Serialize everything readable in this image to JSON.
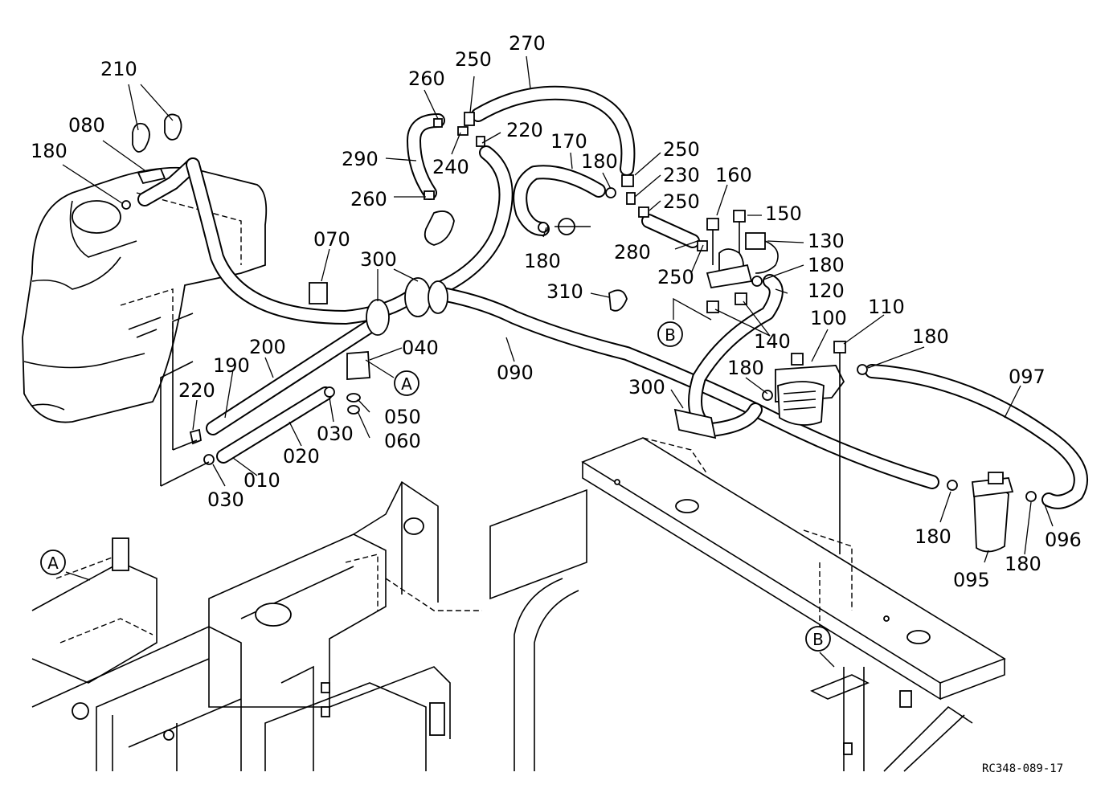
{
  "diagram": {
    "drawing_code": "RC348-089-17",
    "callouts": {
      "a": "A",
      "b": "B"
    },
    "labels": [
      {
        "id": "l210",
        "text": "210"
      },
      {
        "id": "l080",
        "text": "080"
      },
      {
        "id": "l180a",
        "text": "180"
      },
      {
        "id": "l260a",
        "text": "260"
      },
      {
        "id": "l250a",
        "text": "250"
      },
      {
        "id": "l270",
        "text": "270"
      },
      {
        "id": "l220a",
        "text": "220"
      },
      {
        "id": "l290",
        "text": "290"
      },
      {
        "id": "l240",
        "text": "240"
      },
      {
        "id": "l260b",
        "text": "260"
      },
      {
        "id": "l170",
        "text": "170"
      },
      {
        "id": "l180b",
        "text": "180"
      },
      {
        "id": "l250b",
        "text": "250"
      },
      {
        "id": "l230",
        "text": "230"
      },
      {
        "id": "l250c",
        "text": "250"
      },
      {
        "id": "l160",
        "text": "160"
      },
      {
        "id": "l150",
        "text": "150"
      },
      {
        "id": "l130",
        "text": "130"
      },
      {
        "id": "l180c",
        "text": "180"
      },
      {
        "id": "l280",
        "text": "280"
      },
      {
        "id": "l180d",
        "text": "180"
      },
      {
        "id": "l250d",
        "text": "250"
      },
      {
        "id": "l120",
        "text": "120"
      },
      {
        "id": "l070",
        "text": "070"
      },
      {
        "id": "l300a",
        "text": "300"
      },
      {
        "id": "l310",
        "text": "310"
      },
      {
        "id": "l140",
        "text": "140"
      },
      {
        "id": "l100",
        "text": "100"
      },
      {
        "id": "l110",
        "text": "110"
      },
      {
        "id": "l180e",
        "text": "180"
      },
      {
        "id": "l200",
        "text": "200"
      },
      {
        "id": "l040",
        "text": "040"
      },
      {
        "id": "l090",
        "text": "090"
      },
      {
        "id": "l097",
        "text": "097"
      },
      {
        "id": "l190",
        "text": "190"
      },
      {
        "id": "l180f",
        "text": "180"
      },
      {
        "id": "l300b",
        "text": "300"
      },
      {
        "id": "l220b",
        "text": "220"
      },
      {
        "id": "l050",
        "text": "050"
      },
      {
        "id": "l030a",
        "text": "030"
      },
      {
        "id": "l060",
        "text": "060"
      },
      {
        "id": "l020",
        "text": "020"
      },
      {
        "id": "l010",
        "text": "010"
      },
      {
        "id": "l030b",
        "text": "030"
      },
      {
        "id": "l180g",
        "text": "180"
      },
      {
        "id": "l096",
        "text": "096"
      },
      {
        "id": "l180h",
        "text": "180"
      },
      {
        "id": "l095",
        "text": "095"
      }
    ]
  }
}
